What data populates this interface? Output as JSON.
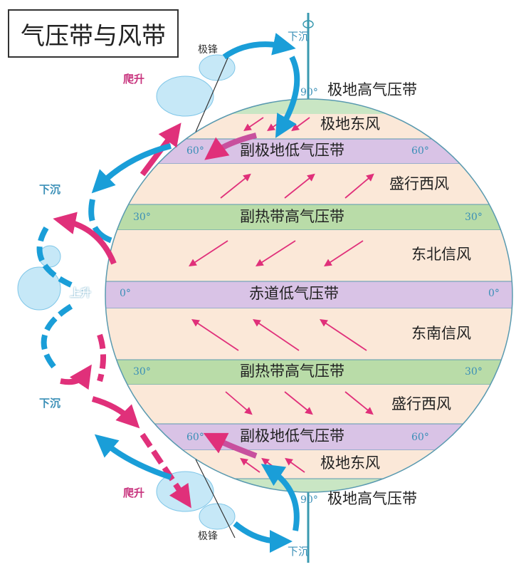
{
  "title": "气压带与风带",
  "colors": {
    "polar_cap": "#c9e6c4",
    "wind_zone": "#fbe8d8",
    "low_band": "#d9c3e6",
    "high_band": "#b9dca8",
    "outline": "#5a9ab0",
    "magenta": "#e0307a",
    "blue": "#1a9ed8",
    "text_blue": "#3a8fb7",
    "text_magenta": "#c8347e"
  },
  "bands": [
    {
      "label": "极地高气压带",
      "type": "high"
    },
    {
      "label": "极地东风",
      "type": "wind"
    },
    {
      "label": "副极地低气压带",
      "type": "low"
    },
    {
      "label": "盛行西风",
      "type": "wind"
    },
    {
      "label": "副热带高气压带",
      "type": "high"
    },
    {
      "label": "东北信风",
      "type": "wind"
    },
    {
      "label": "赤道低气压带",
      "type": "low"
    },
    {
      "label": "东南信风",
      "type": "wind"
    },
    {
      "label": "副热带高气压带",
      "type": "high"
    },
    {
      "label": "盛行西风",
      "type": "wind"
    },
    {
      "label": "副极地低气压带",
      "type": "low"
    },
    {
      "label": "极地东风",
      "type": "wind"
    },
    {
      "label": "极地高气压带",
      "type": "high"
    }
  ],
  "latitudes": {
    "n90": "90°",
    "n60": "60°",
    "n30": "30°",
    "eq": "0°",
    "s30": "30°",
    "s60": "60°",
    "s90": "90°"
  },
  "circulation": {
    "sink": "下沉",
    "rise": "上升",
    "climb": "爬升",
    "front": "极锋"
  }
}
